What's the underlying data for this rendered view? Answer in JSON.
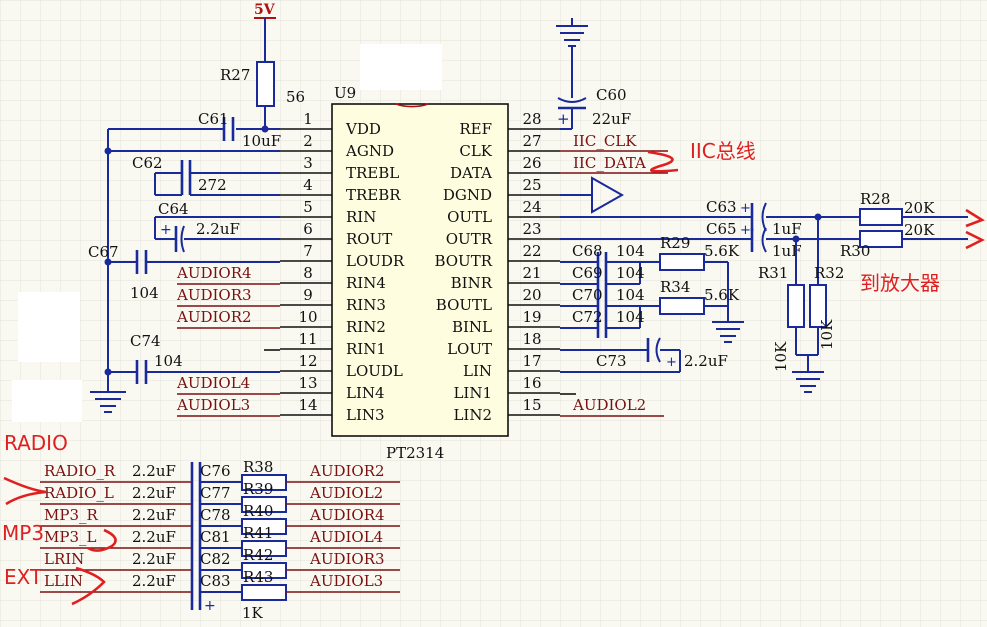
{
  "chip": {
    "designator": "U9",
    "part": "PT2314",
    "left_pins": [
      {
        "num": "1",
        "name": "VDD"
      },
      {
        "num": "2",
        "name": "AGND"
      },
      {
        "num": "3",
        "name": "TREBL"
      },
      {
        "num": "4",
        "name": "TREBR"
      },
      {
        "num": "5",
        "name": "RIN"
      },
      {
        "num": "6",
        "name": "ROUT"
      },
      {
        "num": "7",
        "name": "LOUDR"
      },
      {
        "num": "8",
        "name": "RIN4"
      },
      {
        "num": "9",
        "name": "RIN3"
      },
      {
        "num": "10",
        "name": "RIN2"
      },
      {
        "num": "11",
        "name": "RIN1"
      },
      {
        "num": "12",
        "name": "LOUDL"
      },
      {
        "num": "13",
        "name": "LIN4"
      },
      {
        "num": "14",
        "name": "LIN3"
      }
    ],
    "right_pins": [
      {
        "num": "28",
        "name": "REF"
      },
      {
        "num": "27",
        "name": "CLK"
      },
      {
        "num": "26",
        "name": "DATA"
      },
      {
        "num": "25",
        "name": "DGND"
      },
      {
        "num": "24",
        "name": "OUTL"
      },
      {
        "num": "23",
        "name": "OUTR"
      },
      {
        "num": "22",
        "name": "BOUTR"
      },
      {
        "num": "21",
        "name": "BINR"
      },
      {
        "num": "20",
        "name": "BOUTL"
      },
      {
        "num": "19",
        "name": "BINL"
      },
      {
        "num": "18",
        "name": "LOUT"
      },
      {
        "num": "17",
        "name": "LIN"
      },
      {
        "num": "16",
        "name": "LIN1"
      },
      {
        "num": "15",
        "name": "LIN2"
      }
    ]
  },
  "power": {
    "label": "5V"
  },
  "components": {
    "r27": {
      "ref": "R27",
      "value": "56"
    },
    "c61": {
      "ref": "C61",
      "value": "10uF"
    },
    "c62": {
      "ref": "C62",
      "value": "272"
    },
    "c64": {
      "ref": "C64",
      "value": "2.2uF"
    },
    "c67": {
      "ref": "C67",
      "value": "104"
    },
    "c74": {
      "ref": "C74",
      "value": "104"
    },
    "c60": {
      "ref": "C60",
      "value": "22uF"
    },
    "c63": {
      "ref": "C63",
      "value": "1uF"
    },
    "c65": {
      "ref": "C65",
      "value": "1uF"
    },
    "c68": {
      "ref": "C68",
      "value": "104"
    },
    "c69": {
      "ref": "C69",
      "value": "104"
    },
    "c70": {
      "ref": "C70",
      "value": "104"
    },
    "c72": {
      "ref": "C72",
      "value": "104"
    },
    "c73": {
      "ref": "C73",
      "value": "2.2uF"
    },
    "r29": {
      "ref": "R29",
      "value": "5.6K"
    },
    "r34": {
      "ref": "R34",
      "value": "5.6K"
    },
    "r28": {
      "ref": "R28",
      "value": "20K"
    },
    "r30": {
      "ref": "R30",
      "value": "20K"
    },
    "r31": {
      "ref": "R31",
      "value": "10K"
    },
    "r32": {
      "ref": "R32",
      "value": "10K"
    }
  },
  "nets": {
    "left": [
      "AUDIOR4",
      "AUDIOR3",
      "AUDIOR2",
      "AUDIOL4",
      "AUDIOL3"
    ],
    "right": [
      "IIC_CLK",
      "IIC_DATA",
      "AUDIOL2"
    ]
  },
  "input_section": {
    "rows": [
      {
        "in_net": "RADIO_R",
        "cap_value": "2.2uF",
        "cap_ref": "C76",
        "res_ref": "R38",
        "out_net": "AUDIOR2"
      },
      {
        "in_net": "RADIO_L",
        "cap_value": "2.2uF",
        "cap_ref": "C77",
        "res_ref": "R39",
        "out_net": "AUDIOL2"
      },
      {
        "in_net": "MP3_R",
        "cap_value": "2.2uF",
        "cap_ref": "C78",
        "res_ref": "R40",
        "out_net": "AUDIOR4"
      },
      {
        "in_net": "MP3_L",
        "cap_value": "2.2uF",
        "cap_ref": "C81",
        "res_ref": "R41",
        "out_net": "AUDIOL4"
      },
      {
        "in_net": "LRIN",
        "cap_value": "2.2uF",
        "cap_ref": "C82",
        "res_ref": "R42",
        "out_net": "AUDIOR3"
      },
      {
        "in_net": "LLIN",
        "cap_value": "2.2uF",
        "cap_ref": "C83",
        "res_ref": "R43",
        "out_net": "AUDIOL3"
      }
    ],
    "res_value": "1K"
  },
  "annotations": {
    "iic": "IIC总线",
    "to_amp": "到放大器",
    "radio": "RADIO",
    "mp3": "MP3",
    "ext": "EXT"
  },
  "colors": {
    "wire": "#1a2a9a",
    "net_label": "#7a1010",
    "annotation": "#e02020",
    "background": "#f9f9f2"
  }
}
